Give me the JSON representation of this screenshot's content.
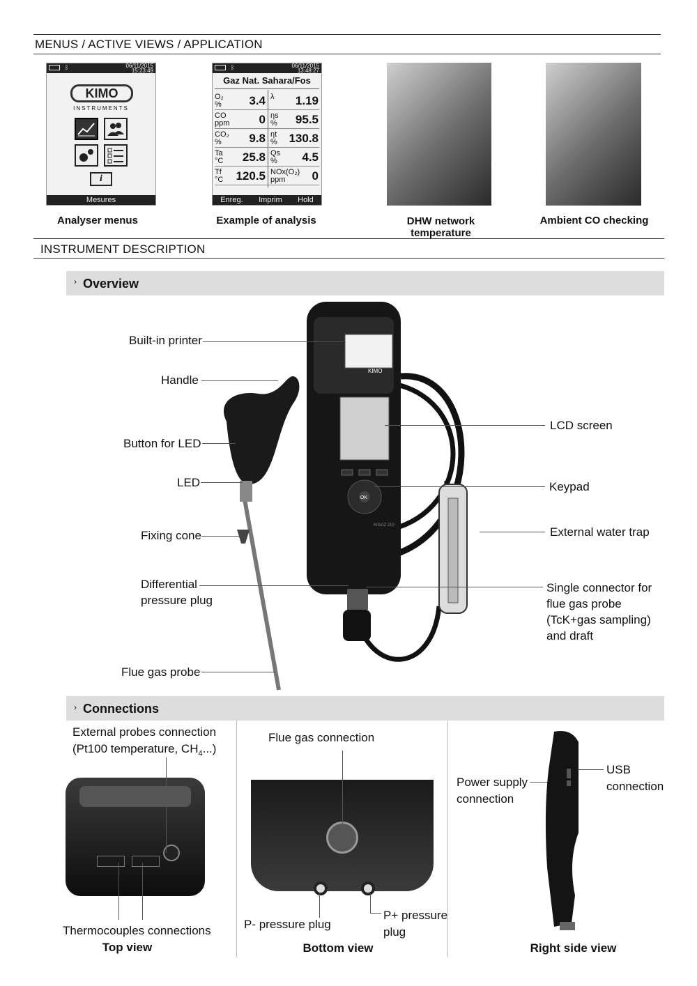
{
  "menus_section": {
    "title": "MENUS / ACTIVE VIEWS / APPLICATION"
  },
  "screen1": {
    "date": "06/11/2015",
    "time": "15:23:49",
    "logo": "KIMO",
    "logo_sub": "INSTRUMENTS",
    "bottom_label": "Mesures",
    "icons": [
      "chart-icon",
      "users-icon",
      "gears-icon",
      "checklist-icon",
      "info-icon"
    ],
    "caption": "Analyser menus"
  },
  "screen2": {
    "date": "06/11/2015",
    "time": "13:48:27",
    "title": "Gaz Nat. Sahara/Fos",
    "rows": [
      {
        "l1": "O₂",
        "u1": "%",
        "v1": "3.4",
        "l2": "λ",
        "u2": "",
        "v2": "1.19"
      },
      {
        "l1": "CO",
        "u1": "ppm",
        "v1": "0",
        "l2": "ηs",
        "u2": "%",
        "v2": "95.5"
      },
      {
        "l1": "CO₂",
        "u1": "%",
        "v1": "9.8",
        "l2": "ηt",
        "u2": "%",
        "v2": "130.8"
      },
      {
        "l1": "Ta",
        "u1": "°C",
        "v1": "25.8",
        "l2": "Qs",
        "u2": "%",
        "v2": "4.5"
      },
      {
        "l1": "Tf",
        "u1": "°C",
        "v1": "120.5",
        "l2": "NOx(O₂)",
        "u2": "ppm",
        "v2": "0"
      }
    ],
    "buttons": [
      "Enreg.",
      "Imprim",
      "Hold"
    ],
    "caption": "Example of analysis"
  },
  "photo1": {
    "caption": "DHW network temperature"
  },
  "photo2": {
    "caption": "Ambient CO checking"
  },
  "description_section": {
    "title": "INSTRUMENT DESCRIPTION"
  },
  "overview": {
    "title": "Overview",
    "marker": "›",
    "left_callouts": {
      "printer": "Built-in printer",
      "handle": "Handle",
      "button_led": "Button for LED",
      "led": "LED",
      "fixing_cone": "Fixing cone",
      "diff_plug_1": "Differential",
      "diff_plug_2": "pressure plug",
      "flue_probe": "Flue gas probe"
    },
    "right_callouts": {
      "lcd": "LCD screen",
      "keypad": "Keypad",
      "water_trap": "External water trap",
      "connector_1": "Single connector for",
      "connector_2": "flue gas probe",
      "connector_3": "(TcK+gas sampling)",
      "connector_4": "and draft"
    },
    "device": {
      "brand": "KIMO",
      "model": "KIGAZ 210",
      "ok": "OK"
    }
  },
  "connections": {
    "title": "Connections",
    "marker": "›",
    "top_view": {
      "ext_probes_1": "External probes connection",
      "ext_probes_2": "(Pt100 temperature, CH",
      "ext_probes_sub": "4",
      "ext_probes_end": "...)",
      "thermocouples": "Thermocouples connections",
      "caption": "Top view"
    },
    "bottom_view": {
      "flue_gas": "Flue gas connection",
      "p_minus": "P- pressure plug",
      "p_plus_1": "P+ pressure",
      "p_plus_2": "plug",
      "caption": "Bottom view"
    },
    "right_view": {
      "power_1": "Power supply",
      "power_2": "connection",
      "usb_1": "USB",
      "usb_2": "connection",
      "caption": "Right side view"
    }
  }
}
